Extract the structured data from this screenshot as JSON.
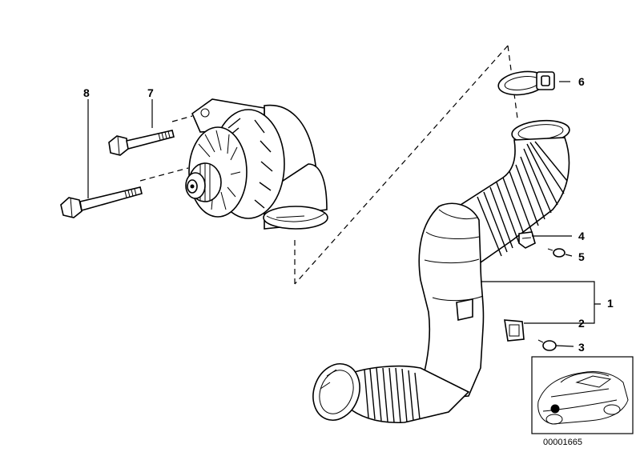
{
  "callouts": [
    {
      "id": "1",
      "label": "1"
    },
    {
      "id": "2",
      "label": "2"
    },
    {
      "id": "3",
      "label": "3"
    },
    {
      "id": "4",
      "label": "4"
    },
    {
      "id": "5",
      "label": "5"
    },
    {
      "id": "6",
      "label": "6"
    },
    {
      "id": "7",
      "label": "7"
    },
    {
      "id": "8",
      "label": "8"
    }
  ],
  "reference_number": "00001665",
  "icons": {
    "alternator": "alternator-icon",
    "air_duct": "air-duct-icon",
    "hose_clamp": "hose-clamp-icon",
    "bolt": "bolt-icon",
    "screw": "screw-icon",
    "clip": "clip-icon",
    "car_thumbnail": "car-thumbnail-icon"
  }
}
